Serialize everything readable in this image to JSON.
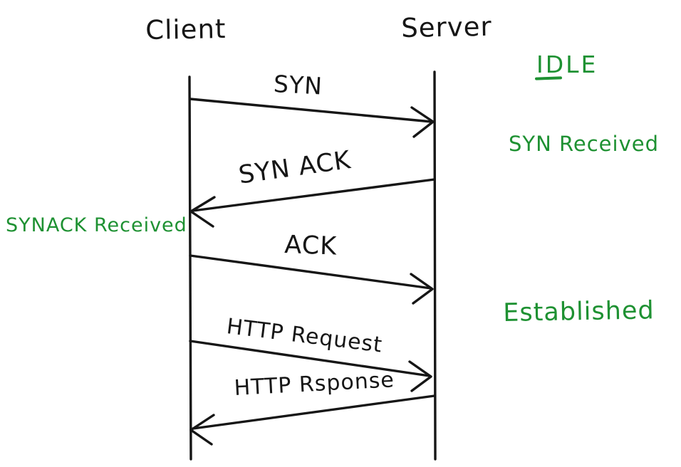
{
  "actors": [
    {
      "name": "Client"
    },
    {
      "name": "Server"
    }
  ],
  "messages": [
    {
      "label": "SYN",
      "from": "Client",
      "to": "Server",
      "direction": "right"
    },
    {
      "label": "SYN ACK",
      "from": "Server",
      "to": "Client",
      "direction": "left"
    },
    {
      "label": "ACK",
      "from": "Client",
      "to": "Server",
      "direction": "right"
    },
    {
      "label": "HTTP Request",
      "from": "Client",
      "to": "Server",
      "direction": "right"
    },
    {
      "label": "HTTP Rsponse",
      "from": "Server",
      "to": "Client",
      "direction": "left"
    }
  ],
  "server_states": [
    {
      "label": "IDLE"
    },
    {
      "label": "SYN Received"
    },
    {
      "label": "Established"
    }
  ],
  "client_states": [
    {
      "label": "SYNACK Received"
    }
  ],
  "colors": {
    "ink": "#161616",
    "state": "#1e9132",
    "background": "#ffffff"
  }
}
